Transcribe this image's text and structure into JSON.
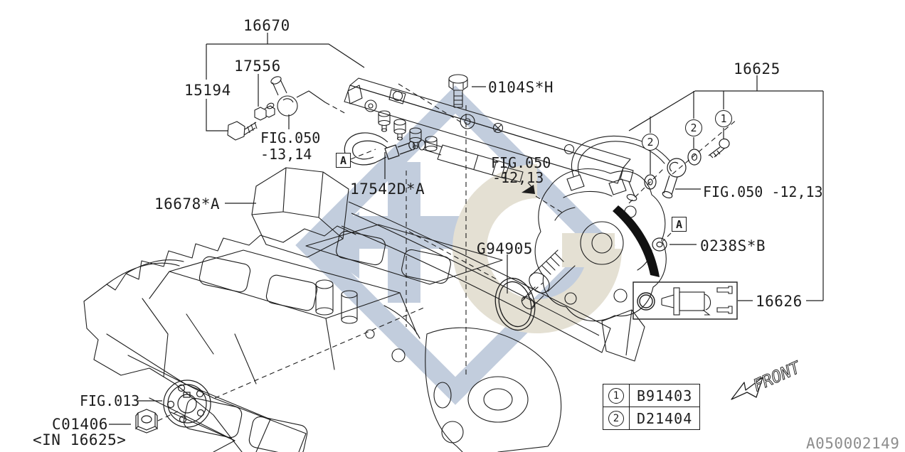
{
  "diagram": {
    "doc_number": "A050002149",
    "front_label": "FRONT",
    "callout_letter": "A",
    "callout_numbers": {
      "one": "1",
      "two": "2"
    },
    "labels": {
      "fuel_rail_assembly": "16670",
      "pulsation_damper": "17556",
      "damper_bolt": "15194",
      "fig_050_1314_line1": "FIG.050",
      "fig_050_1314_line2": "-13,14",
      "rail_bolt": "0104S*H",
      "fuel_pump_assembly": "16625",
      "fig_050_1213_line1": "FIG.050",
      "fig_050_1213_line2": "-12,13",
      "fig_050_1213_inline": "FIG.050 -12,13",
      "fuel_hose": "17542D*A",
      "manifold_bracket": "16678*A",
      "o_ring": "G94905",
      "pump_washer": "0238S*B",
      "suction_valve": "16626",
      "fig_013": "FIG.013",
      "pump_nut": "C01406",
      "pump_nut_note": "<IN 16625>"
    },
    "legend": {
      "rows": [
        {
          "symbol": "1",
          "part_number": "B91403"
        },
        {
          "symbol": "2",
          "part_number": "D21404"
        }
      ]
    }
  },
  "colors": {
    "line": "#1d1d1d",
    "watermark_blue": "#bcc8da",
    "watermark_beige": "#e2ddcf",
    "doc_number_gray": "#8d8d8d",
    "background": "#ffffff"
  }
}
